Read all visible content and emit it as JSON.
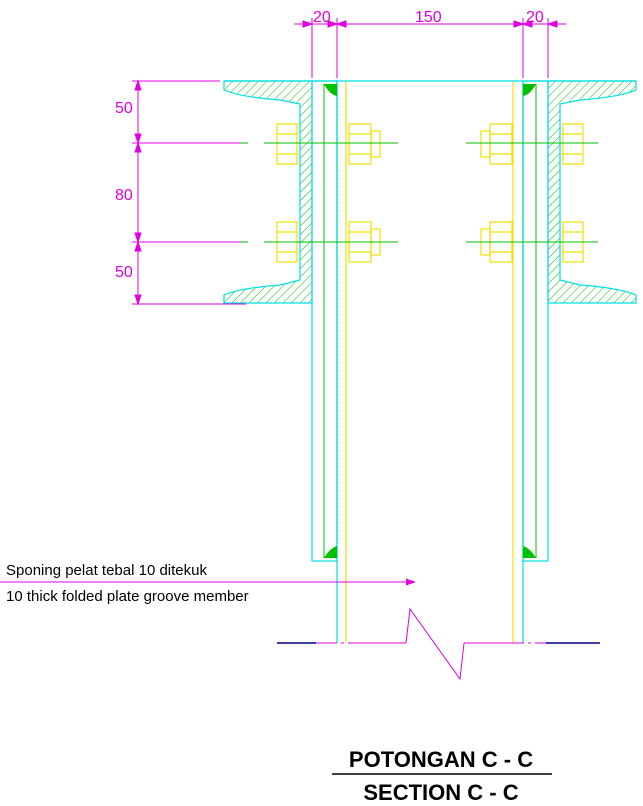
{
  "dimensions": {
    "top": [
      "20",
      "150",
      "20"
    ],
    "left": [
      "50",
      "80",
      "50"
    ]
  },
  "note": {
    "line1": "Sponing pelat tebal 10 ditekuk",
    "line2": "10 thick folded plate groove member"
  },
  "title": {
    "main": "POTONGAN C - C",
    "sub": "SECTION C - C"
  },
  "colors": {
    "cyan": "#00e0e0",
    "magenta": "#e000e0",
    "yellow": "#f0e000",
    "green": "#00c000"
  }
}
